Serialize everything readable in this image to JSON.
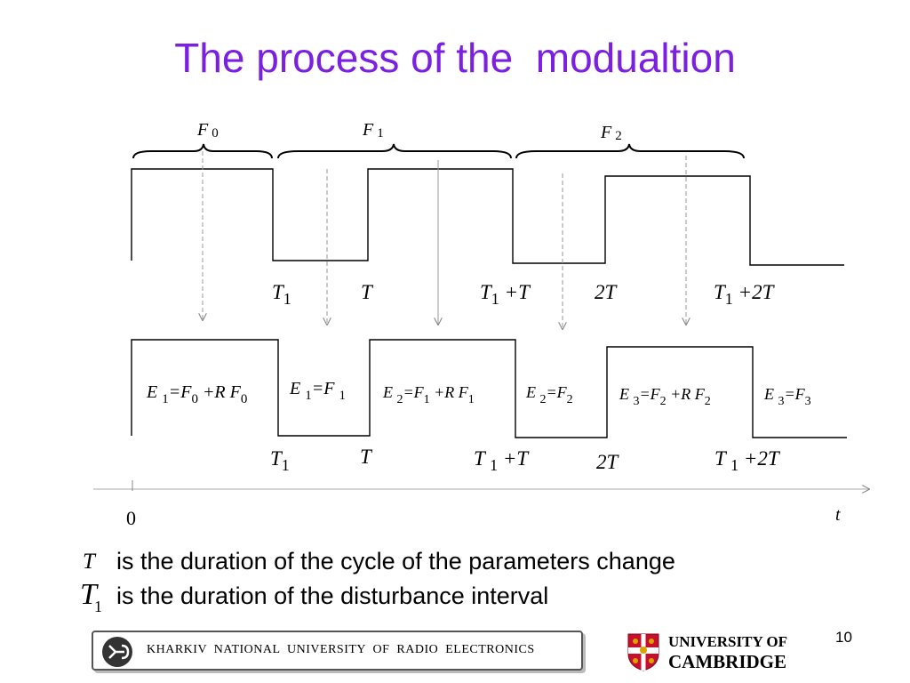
{
  "title": "The process of the  modualtion",
  "colors": {
    "title": "#7b1fe0",
    "signal": "#000000",
    "guide": "#999999"
  },
  "intervals": {
    "f0": {
      "base": "F",
      "sub": "0"
    },
    "f1": {
      "base": "F",
      "sub": "1"
    },
    "f2": {
      "base": "F",
      "sub": "2"
    }
  },
  "top_ticks": {
    "t1": {
      "base": "T",
      "sub": "1"
    },
    "t": {
      "base": "T"
    },
    "t1t": {
      "base": "T",
      "sub": "1",
      "suffix": " +T"
    },
    "twoT": {
      "base": "2T"
    },
    "t12t": {
      "base": "T",
      "sub": "1",
      "suffix": " +2T"
    }
  },
  "bottom_ticks": {
    "t1": {
      "base": "T",
      "sub": "1"
    },
    "t": {
      "base": "T"
    },
    "t1t": {
      "base": "T ",
      "sub": "1",
      "suffix": " +T"
    },
    "twoT": {
      "base": "2T"
    },
    "t12t": {
      "base": "T ",
      "sub": "1",
      "suffix": " +2T"
    }
  },
  "equations": {
    "e1a": {
      "p1": "E ",
      "s1": "1",
      "p2": "=F",
      "s2": "0",
      "p3": " +R F",
      "s3": "0"
    },
    "e1b": {
      "p1": "E ",
      "s1": "1",
      "p2": "=F ",
      "s2": "1"
    },
    "e2a": {
      "p1": "E ",
      "s1": "2",
      "p2": "=F",
      "s2": "1",
      "p3": " +R F",
      "s3": "1"
    },
    "e2b": {
      "p1": "E ",
      "s1": "2",
      "p2": "=F",
      "s2": "2"
    },
    "e3a": {
      "p1": "E ",
      "s1": "3",
      "p2": "=F",
      "s2": "2",
      "p3": " +R F",
      "s3": "2"
    },
    "e3b": {
      "p1": "E ",
      "s1": "3",
      "p2": "=F",
      "s2": "3"
    }
  },
  "axis": {
    "origin": "0",
    "label": "t"
  },
  "legend": {
    "t_symbol": "T",
    "t_text": "is the duration of the cycle of the parameters change",
    "t1_symbol": "T",
    "t1_sub": "1",
    "t1_text": "is the duration of the disturbance interval"
  },
  "footer": {
    "kharkiv": "KHARKIV  NATIONAL  UNIVERSITY  OF  RADIO  ELECTRONICS",
    "cam_line1": "UNIVERSITY OF",
    "cam_line2": "CAMBRIDGE",
    "page": "10"
  }
}
